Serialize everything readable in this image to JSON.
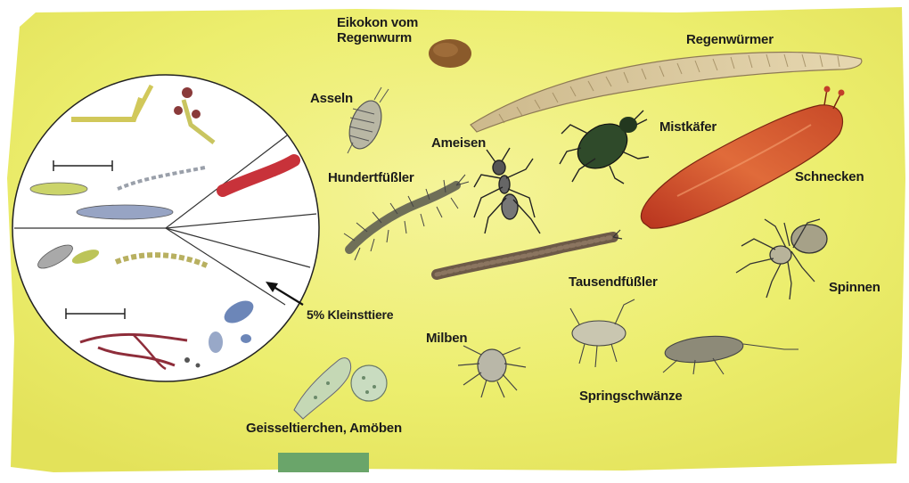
{
  "labels": {
    "eikokon_line1": "Eikokon vom",
    "eikokon_line2": "Regenwurm",
    "regenwuermer": "Regenwürmer",
    "asseln": "Asseln",
    "ameisen": "Ameisen",
    "mistkaefer": "Mistkäfer",
    "schnecken": "Schnecken",
    "hundertfuessler": "Hundertfüßler",
    "tausendfuessler": "Tausendfüßler",
    "spinnen": "Spinnen",
    "kleinsttiere": "5% Kleinsttiere",
    "milben": "Milben",
    "springschwaenze": "Springschwänze",
    "geisseltierchen": "Geisseltierchen, Amöben"
  },
  "colors": {
    "background_yellow": "#eef07a",
    "background_pale": "#f7f7c4",
    "earthworm": "#d9c8a0",
    "slug": "#d9552e",
    "red_worm": "#c8323a",
    "beetle": "#2f4a2a",
    "green_bar": "#6aa56a"
  },
  "icons": [
    "cocoon-icon",
    "earthworm-icon",
    "woodlouse-icon",
    "ant-icon",
    "beetle-icon",
    "slug-icon",
    "centipede-icon",
    "millipede-icon",
    "spider-icon",
    "mite-icon",
    "springtail-icon",
    "protozoa-icon",
    "microorganism-circle",
    "arrow-icon"
  ]
}
